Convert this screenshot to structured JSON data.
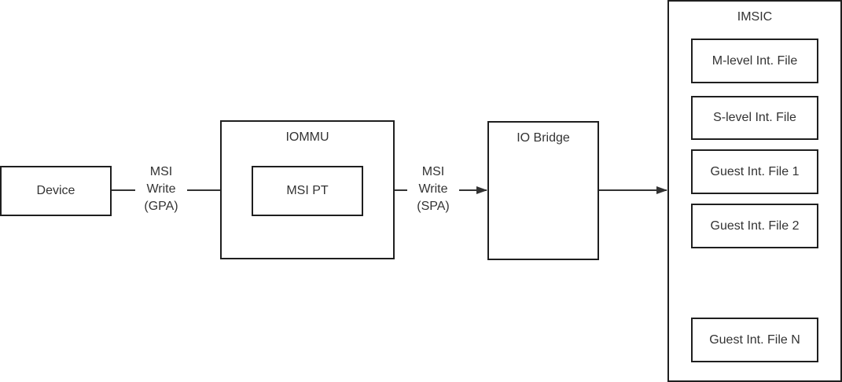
{
  "device": {
    "label": "Device"
  },
  "iommu": {
    "title": "IOMMU",
    "msi_pt": "MSI PT"
  },
  "io_bridge": {
    "title": "IO Bridge"
  },
  "imsic": {
    "title": "IMSIC",
    "files": [
      "M-level Int. File",
      "S-level Int. File",
      "Guest Int. File 1",
      "Guest Int. File 2",
      "Guest Int. File N"
    ]
  },
  "edges": {
    "gpa": {
      "line1": "MSI",
      "line2": "Write",
      "line3": "(GPA)"
    },
    "spa": {
      "line1": "MSI",
      "line2": "Write",
      "line3": "(SPA)"
    }
  },
  "colors": {
    "stroke": "#1f1f1f",
    "text": "#333333",
    "arrow": "#333333"
  }
}
